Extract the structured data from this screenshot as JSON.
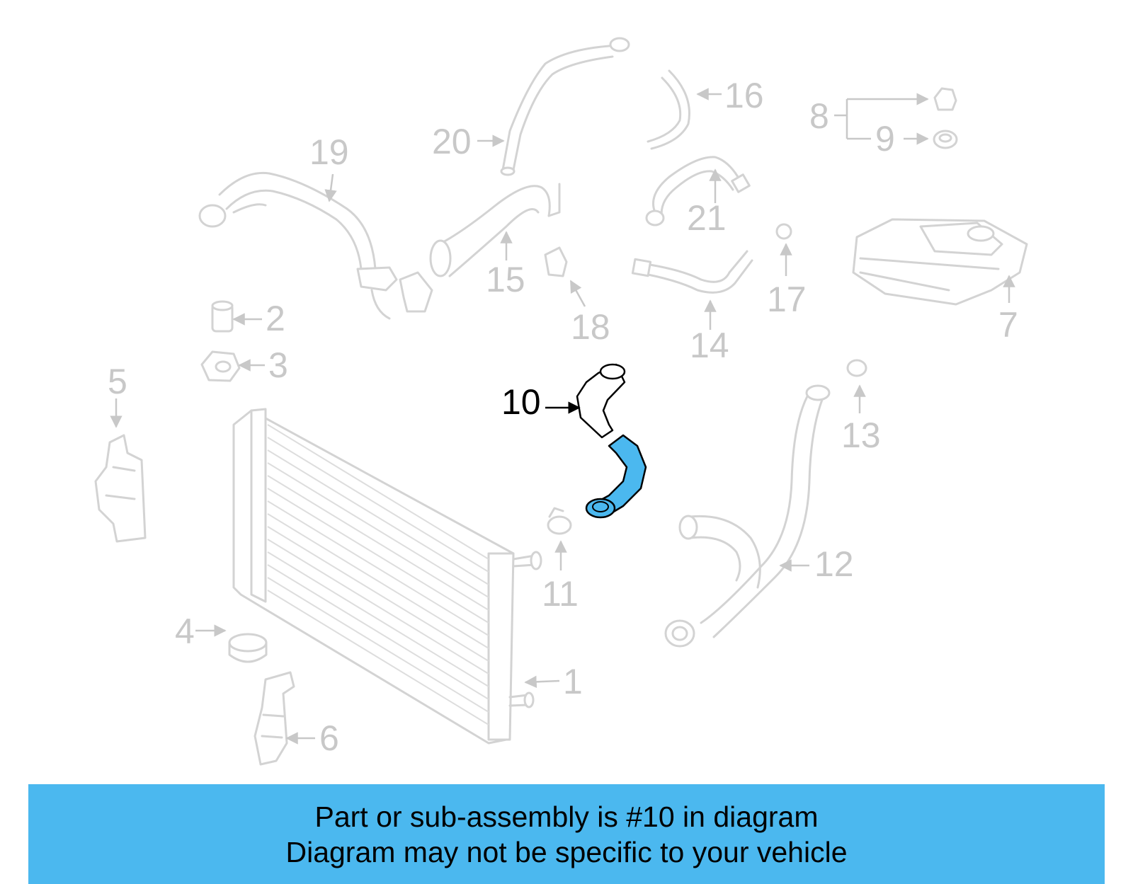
{
  "callouts": [
    {
      "id": "1",
      "label": "1"
    },
    {
      "id": "2",
      "label": "2"
    },
    {
      "id": "3",
      "label": "3"
    },
    {
      "id": "4",
      "label": "4"
    },
    {
      "id": "5",
      "label": "5"
    },
    {
      "id": "6",
      "label": "6"
    },
    {
      "id": "7",
      "label": "7"
    },
    {
      "id": "8",
      "label": "8"
    },
    {
      "id": "9",
      "label": "9"
    },
    {
      "id": "10",
      "label": "10"
    },
    {
      "id": "11",
      "label": "11"
    },
    {
      "id": "12",
      "label": "12"
    },
    {
      "id": "13",
      "label": "13"
    },
    {
      "id": "14",
      "label": "14"
    },
    {
      "id": "15",
      "label": "15"
    },
    {
      "id": "16",
      "label": "16"
    },
    {
      "id": "17",
      "label": "17"
    },
    {
      "id": "18",
      "label": "18"
    },
    {
      "id": "19",
      "label": "19"
    },
    {
      "id": "20",
      "label": "20"
    },
    {
      "id": "21",
      "label": "21"
    }
  ],
  "highlighted_part": "10",
  "banner": {
    "line1": "Part or sub-assembly is #10 in diagram",
    "line2": "Diagram may not be specific to your vehicle",
    "background": "#4bb8ef"
  },
  "colors": {
    "highlight": "#4bb8ef",
    "faded": "#c8c8c8",
    "active_text": "#000000"
  }
}
